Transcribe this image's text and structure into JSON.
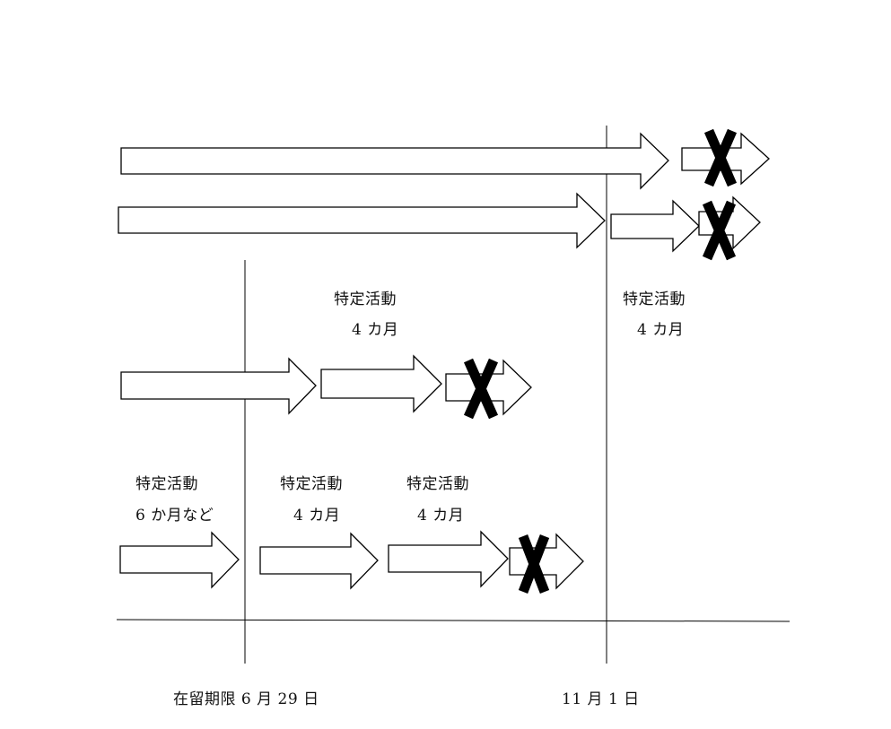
{
  "labels": {
    "upper_left_activity": "特定活動",
    "upper_left_duration": "4 カ月",
    "upper_right_activity": "特定活動",
    "upper_right_duration": "4 カ月",
    "lower_first_activity": "特定活動",
    "lower_first_duration": "6 か月など",
    "lower_second_activity": "特定活動",
    "lower_second_duration": "4 カ月",
    "lower_third_activity": "特定活動",
    "lower_third_duration": "4 カ月"
  },
  "axis": {
    "expiry_label": "在留期限 6 月 29 日",
    "cutoff_label": "11 月 1 日"
  },
  "colors": {
    "line": "#000000",
    "arrow_fill": "#ffffff",
    "text": "#111111"
  }
}
